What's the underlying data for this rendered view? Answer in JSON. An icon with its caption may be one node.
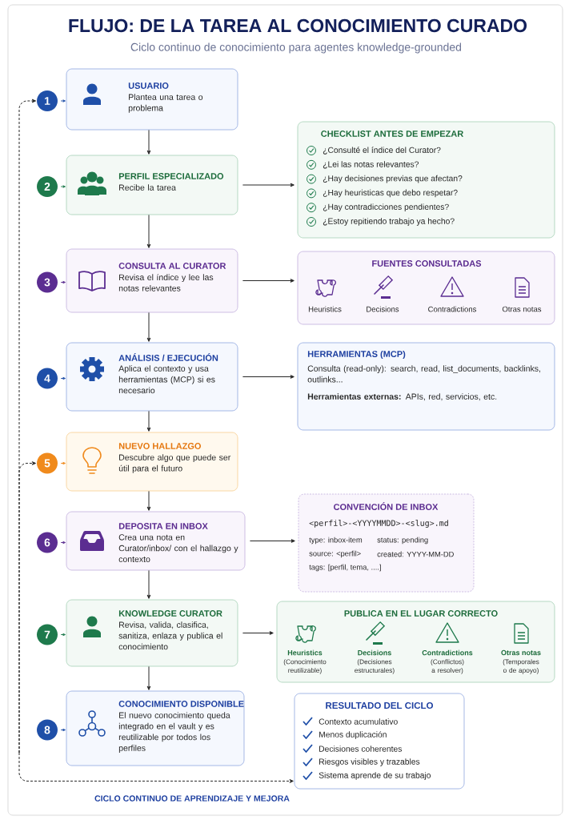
{
  "diagram": {
    "title": "FLUJO: DE LA TAREA AL CONOCIMIENTO CURADO",
    "nodes": [
      {
        "text": [
          "1"
        ]
      },
      {
        "text": [
          "USUARIO",
          "Plantea una tarea o problema"
        ]
      },
      {
        "text": [
          "2"
        ]
      },
      {
        "text": [
          "PERFIL ESPECIALIZADO",
          "Recibe la tarea"
        ]
      },
      {
        "text": [
          "CHECKLIST ANTES DE EMPEZAR",
          "¿Consulté el índice del Curator?",
          "¿Lei las notas relevantes?",
          "¿Hay decisiones previas que afectan?",
          "¿Hay heuristicas que debo respetar?",
          "¿Hay contradicciones pendientes?",
          "¿Estoy repitiendo trabajo ya hecho?"
        ]
      },
      {
        "text": [
          "3"
        ]
      },
      {
        "text": [
          "CONSULTA AL CURATOR",
          "Revisa el índice y lee las notas relevantes"
        ]
      },
      {
        "text": [
          "FUENTES CONSULTADAS",
          "Heuristics",
          "Decisions",
          "Contradictions",
          "Otras notas"
        ]
      },
      {
        "text": [
          "4"
        ]
      },
      {
        "text": [
          "ANÁLISIS / EJECUCIÓN",
          "Aplica el contexto y usa herramientas (MCP) si es necesario"
        ]
      },
      {
        "text": [
          "HERRAMIENTAS (MCP)",
          "Consulta (read-only): search, read, list_documents, backlinks, outlinks...",
          "**Herramientas externas:** APIs, red, servicios, etc."
        ]
      },
      {
        "text": [
          "5"
        ]
      },
      {
        "text": [
          "NUEVO HALLAZGO",
          "Descubre algo que puede ser útil para el futuro"
        ]
      },
      {
        "text": [
          "6"
        ]
      },
      {
        "text": [
          "DEPOSITA EN INBOX",
          "Crea una nota en Curator/inbox/ con el hallazgo y contexto"
        ]
      },
      {
        "text": [
          "CONVENCIÓN DE INBOX",
          "<perfil>-<YYYYMMDD>-<slug>.md",
          "type: inbox-item",
          "status: pending",
          "source: <perfil>",
          "created: YYYY-MM-DD",
          "tags: [perfil, tema, ....]"
        ]
      },
      {
        "text": [
          "7"
        ]
      },
      {
        "text": [
          "KNOWLEDGE CURATOR",
          "Revisa, valida, clasifica, sanitiza, enlaza y publica el conocimiento"
        ]
      },
      {
        "text": [
          "PUBLICA EN EL LUGAR CORRECTO",
          "Heuristics",
          "(Conocimiento reutilizable)",
          "Decisions",
          "(Decisiones estructurales)",
          "Contradictions",
          "(Conflictos) a resolver)",
          "Otras notas",
          "(Temporales o de apoyo)"
        ]
      },
      {
        "text": [
          "8"
        ]
      },
      {
        "text": [
          "CONOCIMIENTO DISPONIBLE",
          "El nuevo conocimiento queda integrado en el vault y es reutilizable por todos los perfiles"
        ]
      },
      {
        "text": [
          "RESULTADO DEL CICLO",
          "Contexto acumulativo",
          "Menos duplicación",
          "Decisiones coherentes",
          "Riesgos visibles y trazables",
          "Sistema aprende de su trabajo"
        ]
      }
    ],
    "edges": [
      {
        "from": 0,
        "to": 1,
        "arrow": "to",
        "color": "#1f4fa8"
      },
      {
        "from": 2,
        "to": 3,
        "arrow": "to",
        "color": "#1e7a4c"
      },
      {
        "from": 5,
        "to": 6,
        "arrow": "to",
        "color": "#5b2d91"
      },
      {
        "from": 8,
        "to": 9,
        "arrow": "to",
        "color": "#1f4fa8"
      },
      {
        "from": 11,
        "to": 12,
        "arrow": "to",
        "color": "#f08a1c"
      },
      {
        "from": 13,
        "to": 14,
        "arrow": "to",
        "color": "#5b2d91"
      },
      {
        "from": 16,
        "to": 17,
        "arrow": "to",
        "color": "#1e7a4c"
      },
      {
        "from": 19,
        "to": 20,
        "arrow": "to",
        "color": "#1f4fa8"
      },
      {
        "from": 1,
        "to": 3,
        "arrow": "to"
      },
      {
        "from": 3,
        "to": 6,
        "arrow": "to"
      },
      {
        "from": 6,
        "to": 9,
        "arrow": "to"
      },
      {
        "from": 9,
        "to": 12,
        "arrow": "to"
      },
      {
        "from": 12,
        "to": 14,
        "arrow": "to"
      },
      {
        "from": 14,
        "to": 17,
        "arrow": "to"
      },
      {
        "from": 17,
        "to": 20,
        "arrow": "to"
      },
      {
        "from": 3,
        "to": 4,
        "arrow": "to"
      },
      {
        "from": 6,
        "to": 7,
        "arrow": "to"
      },
      {
        "from": 9,
        "to": 10,
        "arrow": "to"
      },
      {
        "from": 14,
        "to": 15,
        "arrow": "to"
      },
      {
        "from": 17,
        "to": 18,
        "arrow": "to"
      },
      {
        "from": null,
        "to": 0,
        "arrow": "to",
        "style": "dashed"
      },
      {
        "from": null,
        "to": 11,
        "arrow": "to",
        "style": "dashed"
      },
      {
        "from": null,
        "to": 21,
        "arrow": "to",
        "style": "dashed"
      }
    ],
    "labels": [
      "Ciclo continuo de conocimiento para agentes knowledge-grounded",
      "CICLO CONTINUO DE APRENDIZAJE Y MEJORA"
    ]
  }
}
